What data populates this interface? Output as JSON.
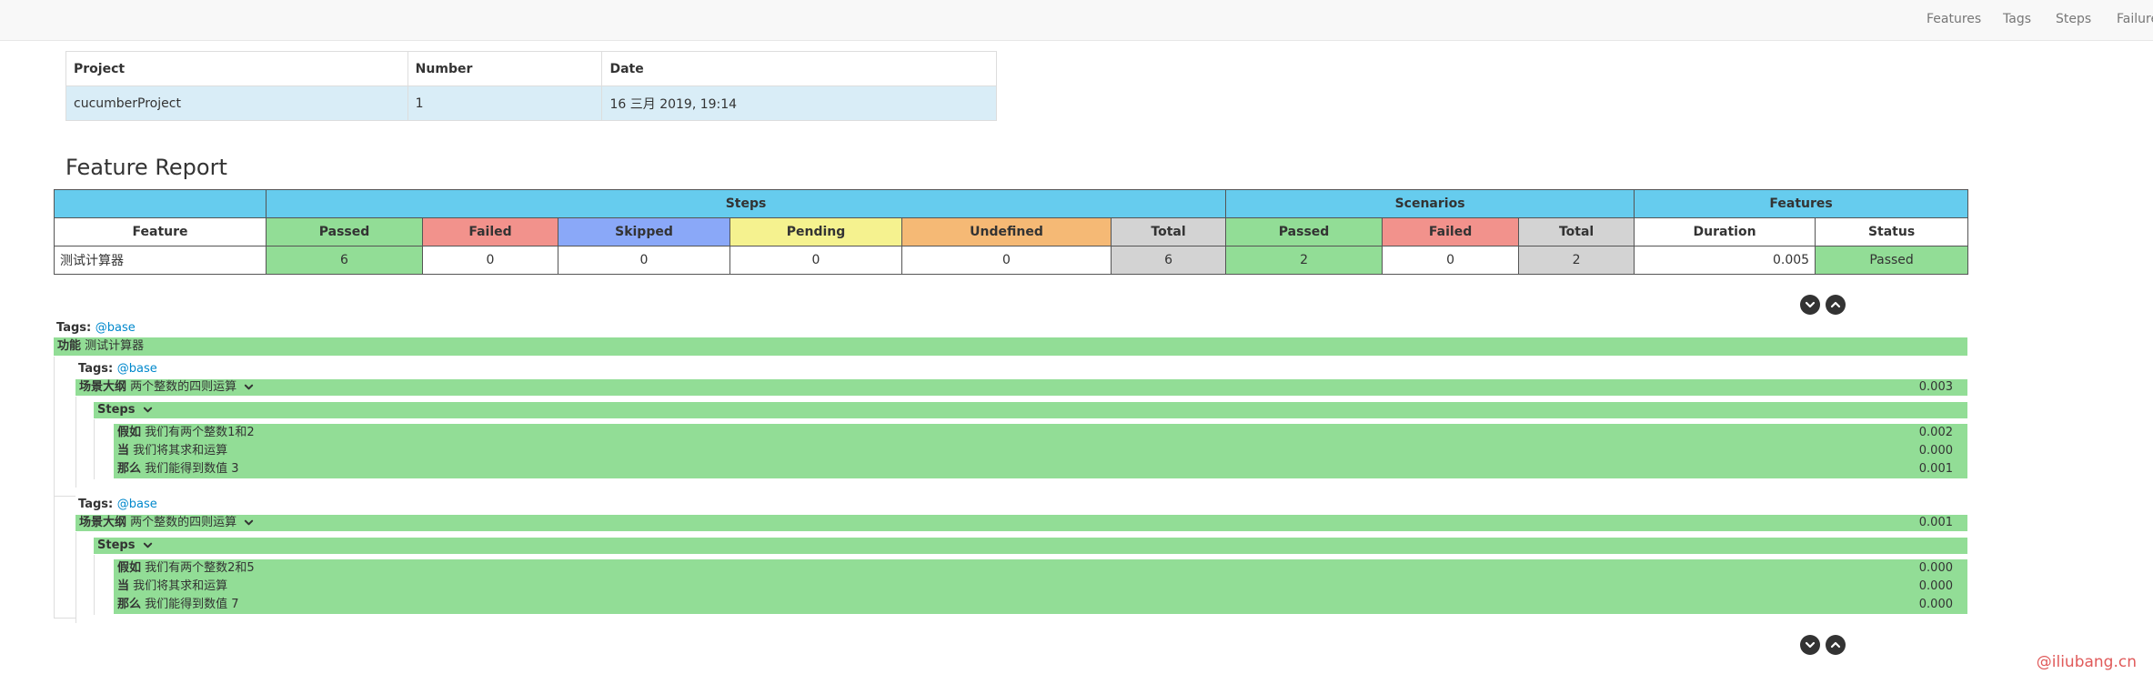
{
  "nav": {
    "items": [
      "Features",
      "Tags",
      "Steps",
      "Failures"
    ]
  },
  "project_table": {
    "headers": [
      "Project",
      "Number",
      "Date"
    ],
    "row": [
      "cucumberProject",
      "1",
      "16 三月 2019, 19:14"
    ]
  },
  "report_title": "Feature Report",
  "stats": {
    "group_headers": [
      "Steps",
      "Scenarios",
      "Features"
    ],
    "column_headers": [
      "Feature",
      "Passed",
      "Failed",
      "Skipped",
      "Pending",
      "Undefined",
      "Total",
      "Passed",
      "Failed",
      "Total",
      "Duration",
      "Status"
    ],
    "row": [
      "测试计算器",
      "6",
      "0",
      "0",
      "0",
      "0",
      "6",
      "2",
      "0",
      "2",
      "0.005",
      "Passed"
    ]
  },
  "feature": {
    "tags_label": "Tags:",
    "tag": "@base",
    "keyword": "功能",
    "name": "测试计算器",
    "scenarios": [
      {
        "tags_label": "Tags:",
        "tag": "@base",
        "keyword": "场景大纲",
        "name": "两个整数的四则运算",
        "duration": "0.003",
        "steps_label": "Steps",
        "steps": [
          {
            "keyword": "假如",
            "text": "我们有两个整数1和2",
            "duration": "0.002"
          },
          {
            "keyword": "当",
            "text": "我们将其求和运算",
            "duration": "0.000"
          },
          {
            "keyword": "那么",
            "text": "我们能得到数值 3",
            "duration": "0.001"
          }
        ]
      },
      {
        "tags_label": "Tags:",
        "tag": "@base",
        "keyword": "场景大纲",
        "name": "两个整数的四则运算",
        "duration": "0.001",
        "steps_label": "Steps",
        "steps": [
          {
            "keyword": "假如",
            "text": "我们有两个整数2和5",
            "duration": "0.000"
          },
          {
            "keyword": "当",
            "text": "我们将其求和运算",
            "duration": "0.000"
          },
          {
            "keyword": "那么",
            "text": "我们能得到数值 7",
            "duration": "0.000"
          }
        ]
      }
    ]
  },
  "watermark": "@iliubang.cn",
  "colors": {
    "passed": "#92dd96",
    "failed": "#f2928c",
    "skipped": "#8aa8f8",
    "pending": "#f5f28f",
    "undefined": "#f5b975",
    "total": "#d3d3d3",
    "header": "#66ccee",
    "link": "#0088cc"
  }
}
